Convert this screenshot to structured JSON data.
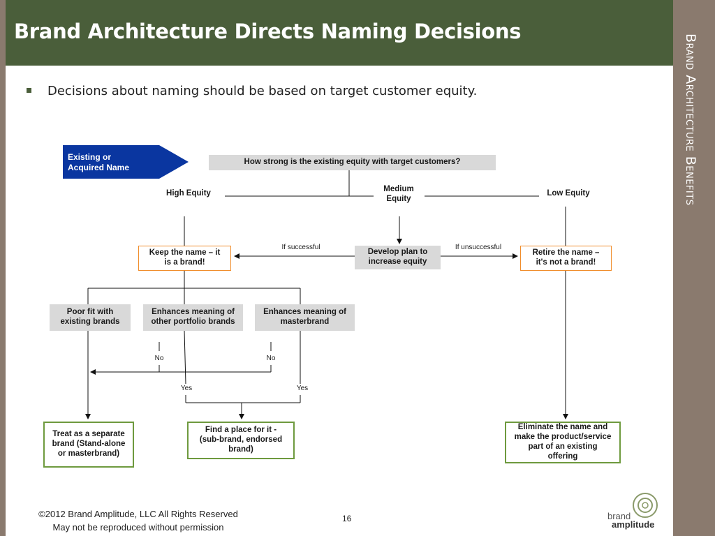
{
  "header": {
    "title": "Brand Architecture Directs Naming Decisions",
    "side_label": "Brand Architecture Benefits"
  },
  "bullet": {
    "text": "Decisions about naming should be based on target customer equity."
  },
  "flowchart": {
    "start": "Existing or\nAcquired Name",
    "question": "How strong is the existing equity with target customers?",
    "high_equity": "High Equity",
    "medium_equity": "Medium\nEquity",
    "low_equity": "Low Equity",
    "keep_name": "Keep the name – it\nis a brand!",
    "develop_plan": "Develop plan to\nincrease equity",
    "retire_name": "Retire the name –\nit's not a brand!",
    "if_successful": "If successful",
    "if_unsuccessful": "If unsuccessful",
    "poor_fit": "Poor fit with\nexisting brands",
    "enhances_portfolio": "Enhances meaning of\nother portfolio brands",
    "enhances_master": "Enhances meaning of\nmasterbrand",
    "no_1": "No",
    "no_2": "No",
    "yes_1": "Yes",
    "yes_2": "Yes",
    "treat_separate": "Treat as a separate\nbrand (Stand-alone\nor masterbrand)",
    "find_place": "Find a place for it -\n(sub-brand, endorsed\nbrand)",
    "eliminate": "Eliminate the name and\nmake the product/service\npart of an existing\noffering"
  },
  "footer": {
    "copyright": "©2012 Brand Amplitude, LLC All Rights Reserved",
    "notice": "May not be reproduced without permission",
    "page_number": "16",
    "logo_line1": "brand",
    "logo_line2": "amplitude"
  },
  "colors": {
    "title_bar": "#4a5e3a",
    "frame": "#8a7a6e",
    "start_arrow": "#0a36a0",
    "orange_border": "#f08c2a",
    "green_border": "#6e9a3e",
    "grey_box": "#d9d9d9"
  }
}
